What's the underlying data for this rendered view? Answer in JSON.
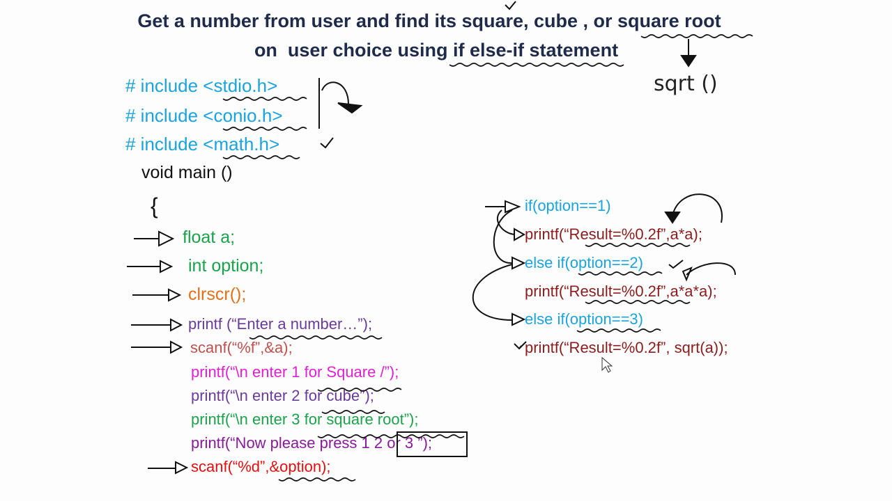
{
  "title": {
    "line1": "Get a number from user and find its square, cube , or square root",
    "line2": "on  user choice using if else-if statement"
  },
  "annotation": {
    "sqrt_note": "sqrt ()"
  },
  "colors": {
    "title": "#1f2b4a",
    "include": "#1aa3dc",
    "keyword_black": "#111111",
    "declaration": "#1aa34a",
    "clrscr": "#e0701a",
    "printf_purple": "#6a3a9c",
    "scanf_brown": "#c0504d",
    "magenta": "#e020d0",
    "scanf_red": "#e01010",
    "condition": "#1aa3dc",
    "result_printf": "#8b1c1c"
  },
  "left_code": [
    "# include <stdio.h>",
    "# include <conio.h>",
    "# include <math.h>",
    "void main ()",
    "{",
    "float a;",
    "int option;",
    "clrscr();",
    "printf (“Enter a number…”);",
    "scanf(“%f”,&a);",
    "printf(“\\n enter 1 for Square /”);",
    "printf(“\\n enter 2 for cube”);",
    "printf(“\\n enter 3 for square root”);",
    "printf(“Now please press 1 2 or 3 ”);",
    "scanf(“%d”,&option);"
  ],
  "right_code": [
    "if(option==1)",
    "printf(“Result=%0.2f”,a*a);",
    "else if(option==2)",
    "printf(“Result=%0.2f”,a*a*a);",
    "else if(option==3)",
    "printf(“Result=%0.2f”, sqrt(a));"
  ]
}
